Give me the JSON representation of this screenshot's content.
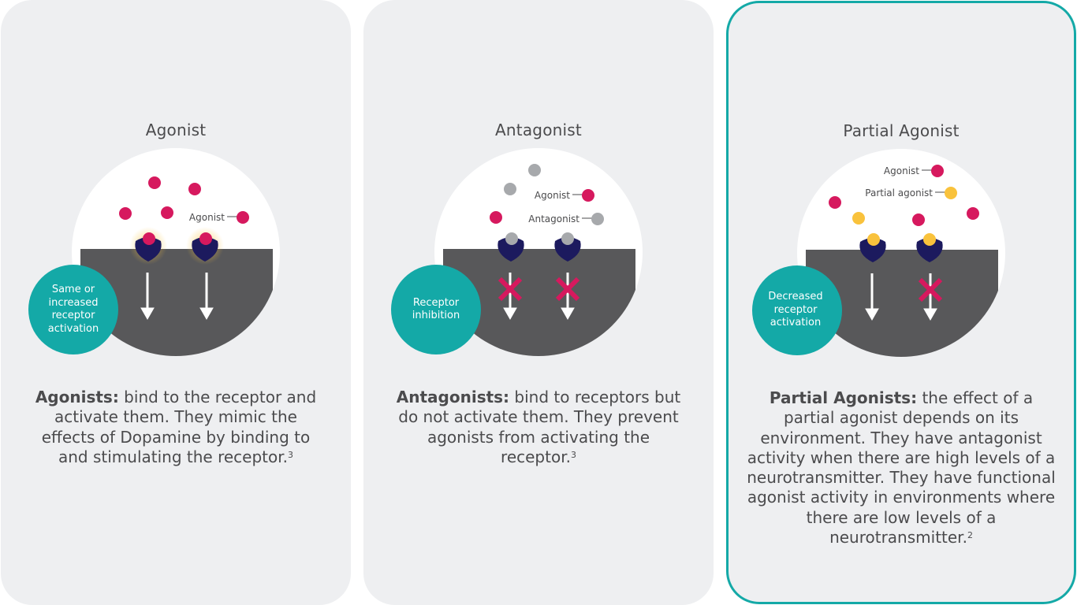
{
  "panels": [
    {
      "title": "Agonist",
      "badge": "Same or increased receptor activation",
      "legend": [
        "Agonist"
      ],
      "desc_bold": "Agonists:",
      "desc_text": " bind to the receptor and activate them. They mimic the effects of Dopamine by binding to and stimulating the receptor.",
      "desc_sup": "3"
    },
    {
      "title": "Antagonist",
      "badge": "Receptor inhibition",
      "legend": [
        "Agonist",
        "Antagonist"
      ],
      "desc_bold": "Antagonists:",
      "desc_text": " bind to receptors but do not activate them. They prevent agonists from activating the receptor.",
      "desc_sup": "3"
    },
    {
      "title": "Partial Agonist",
      "badge": "Decreased receptor activation",
      "legend": [
        "Agonist",
        "Partial agonist"
      ],
      "desc_bold": "Partial Agonists:",
      "desc_text": " the effect of a partial agonist depends on its environment. They have antagonist activity when there are high levels of a neurotransmitter. They have functional agonist activity in environments where there are low levels of a neurotransmitter.",
      "desc_sup": "2",
      "highlighted": true
    }
  ],
  "colors": {
    "card_bg": "#eeeff1",
    "highlight_border": "#14a9a7",
    "teal": "#14a9a7",
    "agonist": "#d6195e",
    "antagonist": "#a7a9ac",
    "partial_agonist": "#f9c23c",
    "receptor": "#1c1a5e",
    "membrane": "#58585a",
    "block_x": "#d6195e"
  }
}
